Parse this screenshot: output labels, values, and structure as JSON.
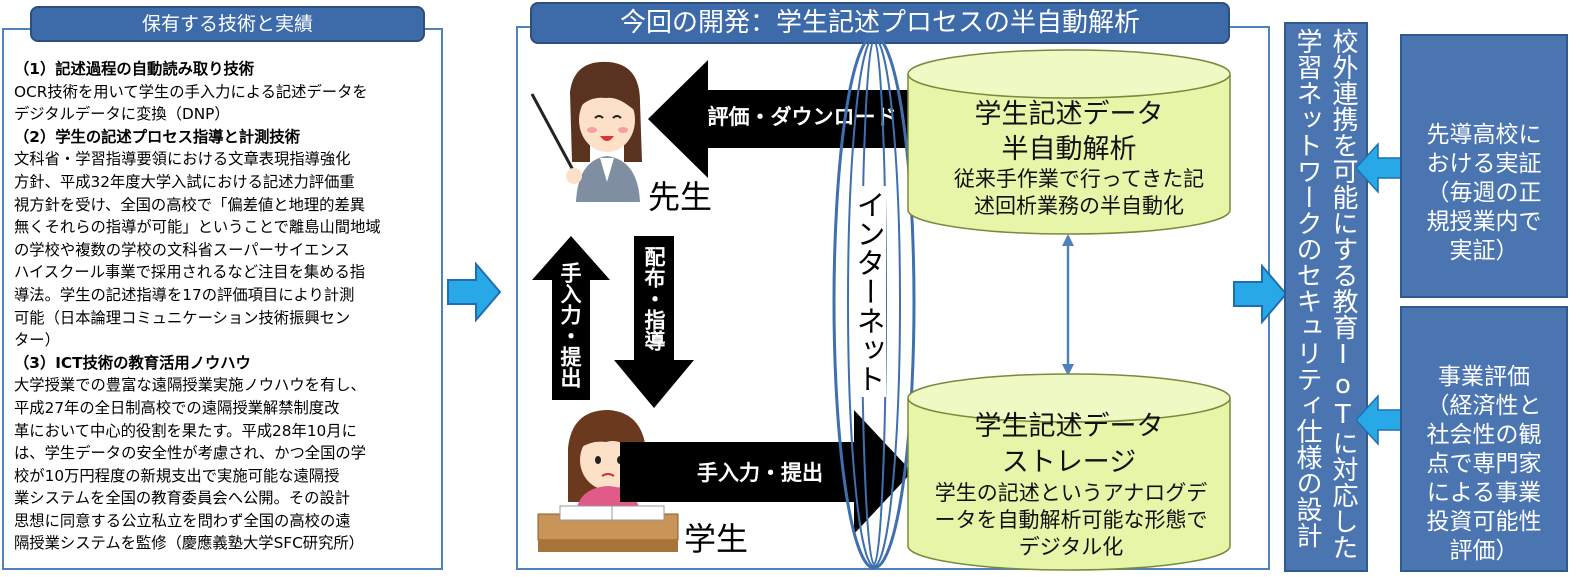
{
  "left_panel": {
    "title": "保有する技術と実績",
    "items": [
      {
        "heading": "（1）記述過程の自動読み取り技術",
        "body": "OCR技術を用いて学生の手入力による記述データを\nデジタルデータに変換（DNP）"
      },
      {
        "heading": "（2）学生の記述プロセス指導と計測技術",
        "body": "文科省・学習指導要領における文章表現指導強化\n方針、平成32年度大学入試における記述力評価重\n視方針を受け、全国の高校で「偏差値と地理的差異\n無くそれらの指導が可能」ということで離島山間地域\nの学校や複数の学校の文科省スーパーサイエンス\nハイスクール事業で採用されるなど注目を集める指\n導法。学生の記述指導を17の評価項目により計測\n可能（日本論理コミュニケーション技術振興セン\nター）"
      },
      {
        "heading": "（3）ICT技術の教育活用ノウハウ",
        "body": "大学授業での豊富な遠隔授業実施ノウハウを有し、\n平成27年の全日制高校での遠隔授業解禁制度改\n革において中心的役割を果たす。平成28年10月に\nは、学生データの安全性が考慮され、かつ全国の学\n校が10万円程度の新規支出で実施可能な遠隔授\n業システムを全国の教育委員会へ公開。その設計\n思想に同意する公立私立を問わず全国の高校の遠\n隔授業システムを監修（慶應義塾大学SFC研究所）"
      }
    ]
  },
  "center_panel": {
    "title": "今回の開発：学生記述プロセスの半自動解析",
    "teacher_label": "先生",
    "student_label": "学生",
    "internet_label": "インターネット",
    "arrow_eval": "評価・ダウンロード",
    "arrow_input_up": "手入力・提出",
    "arrow_distribute": "配布・指導",
    "arrow_input_right": "手入力・提出",
    "cylinder_top": {
      "line1": "学生記述データ",
      "line2": "半自動解析",
      "desc": "従来手作業で行ってきた記述回析業務の半自動化"
    },
    "cylinder_bottom": {
      "line1": "学生記述データ",
      "line2": "ストレージ",
      "desc": "学生の記述というアナログデータを自動解析可能な形態でデジタル化"
    }
  },
  "vertical_box": {
    "text_right": "校外連携を可能にする教育IoTに対応した",
    "text_left": "学習ネットワークのセキュリティ仕様の設計"
  },
  "right_boxes": [
    {
      "text": "先導高校に\nおける実証\n（毎週の正\n規授業内で\n実証）"
    },
    {
      "text": "事業評価\n（経済性と\n社会性の観\n点で専門家\nによる事業\n投資可能性\n評価）"
    }
  ],
  "colors": {
    "header_blue": "#3d6aa8",
    "border_blue": "#4f81bd",
    "cylinder_green": "#e6f5a8",
    "connector_cyan": "#1ea0e0"
  }
}
